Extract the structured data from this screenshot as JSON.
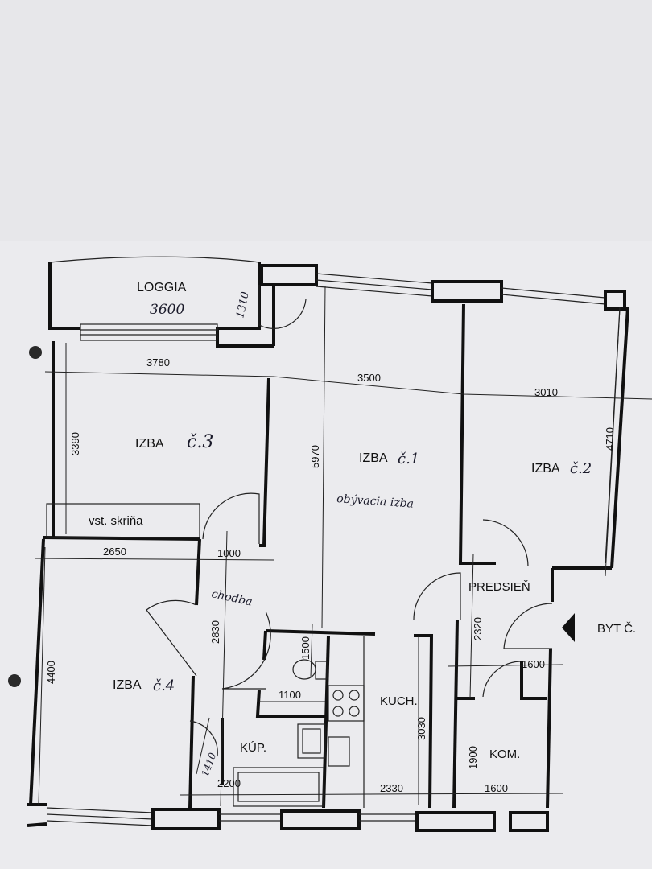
{
  "rooms": {
    "loggia": "LOGGIA",
    "loggia_note": "3600",
    "loggia_small_dim": "1310",
    "izba3": "IZBA",
    "izba3_hand": "č.3",
    "izba1": "IZBA",
    "izba1_hand": "č.1",
    "izba1_note": "obývacia izba",
    "izba2": "IZBA",
    "izba2_hand": "č.2",
    "izba4": "IZBA",
    "izba4_hand": "č.4",
    "closet": "vst. skriňa",
    "chodba": "chodba",
    "predsien": "PREDSIEŇ",
    "kuch": "KUCH.",
    "kup": "KÚP.",
    "kom": "KOM.",
    "byt": "BYT Č. "
  },
  "dimensions": {
    "d3780": "3780",
    "d3500": "3500",
    "d3010": "3010",
    "d3390": "3390",
    "d5970": "5970",
    "d4710": "4710",
    "d2650": "2650",
    "d1000": "1000",
    "d2830": "2830",
    "d1500": "1500",
    "d1100": "1100",
    "d4400": "4400",
    "d2320": "2320",
    "d1600a": "1600",
    "d3030": "3030",
    "d1900": "1900",
    "d2200": "2200",
    "d2330": "2330",
    "d1600b": "1600",
    "d1410": "1410"
  }
}
